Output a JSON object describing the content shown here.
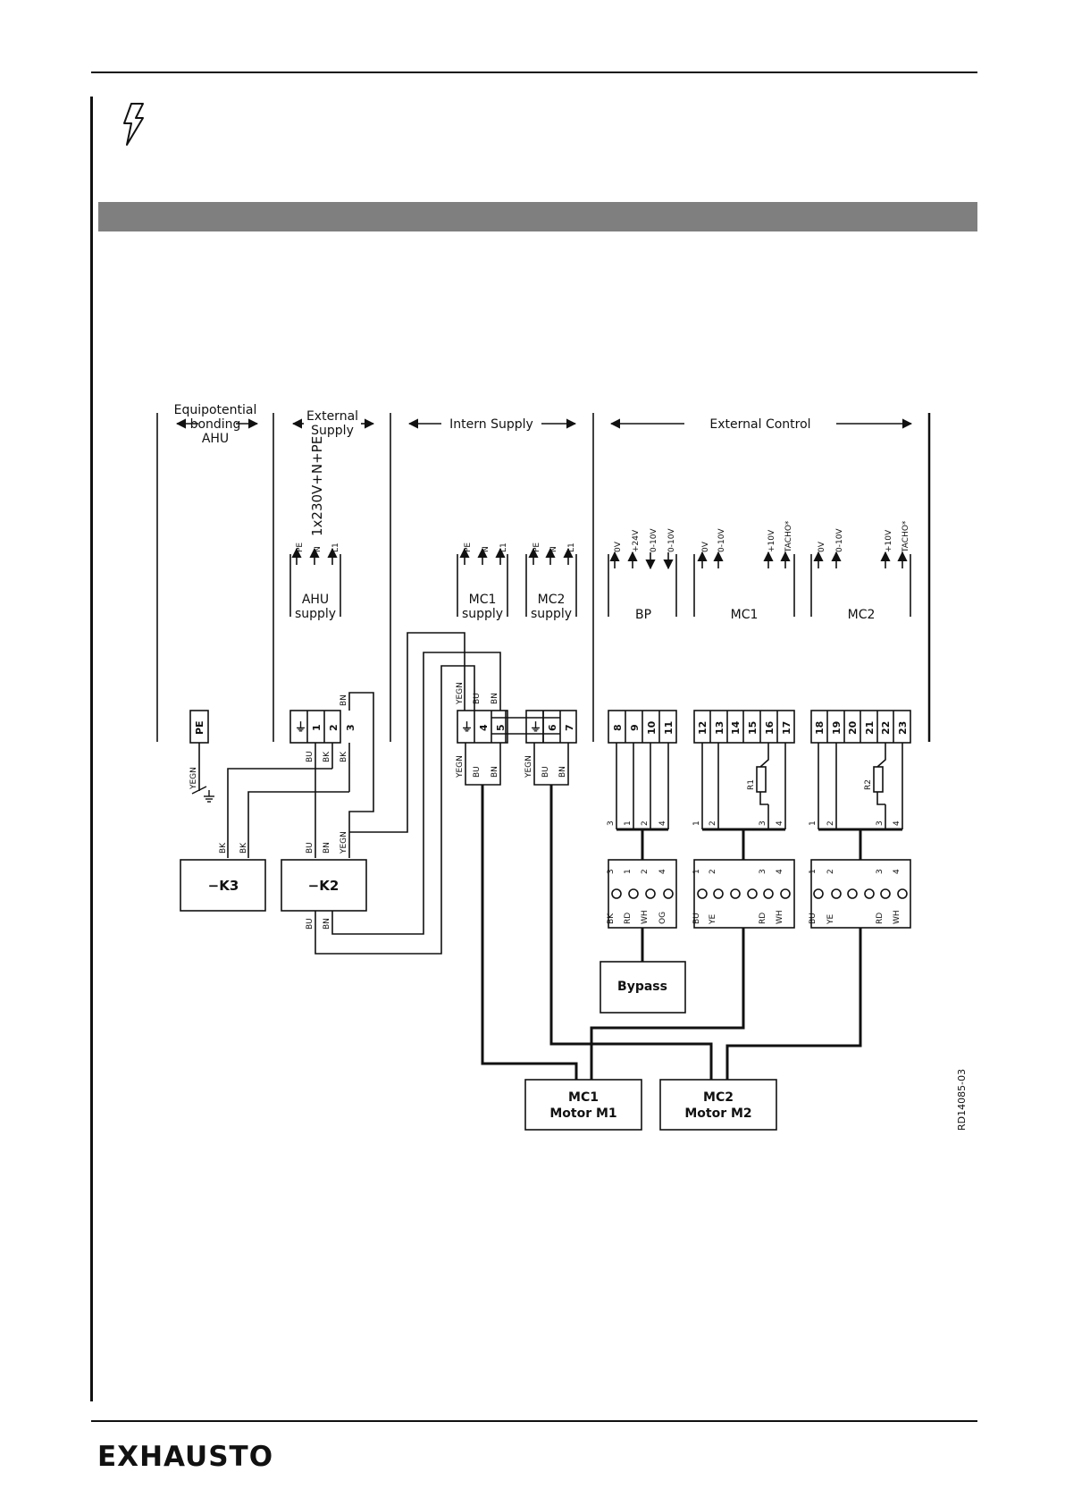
{
  "brand": {
    "logo_text": "EXHAUSTO"
  },
  "drawing_ref": "RD14085-03",
  "sections": {
    "equipotential": [
      "Equipotential",
      "bonding",
      "AHU"
    ],
    "external_supply": [
      "External",
      "Supply"
    ],
    "intern_supply": "Intern  Supply",
    "external_control": "External  Control"
  },
  "supply_voltage": "1x230V+N+PE",
  "groups": {
    "ahu_supply": [
      "AHU",
      "supply"
    ],
    "mc1_supply": [
      "MC1",
      "supply"
    ],
    "mc2_supply": [
      "MC2",
      "supply"
    ],
    "bp": "BP",
    "mc1": "MC1",
    "mc2": "MC2"
  },
  "signals": {
    "ahu": [
      "PE",
      "N",
      "L1"
    ],
    "mc1_supply": [
      "PE",
      "N",
      "L1"
    ],
    "mc2_supply": [
      "PE",
      "N",
      "L1"
    ],
    "bp": [
      "0V",
      "+24V",
      "0-10V",
      "0-10V"
    ],
    "mc1": [
      "0V",
      "0-10V",
      "+10V",
      "TACHO*"
    ],
    "mc2": [
      "0V",
      "0-10V",
      "+10V",
      "TACHO*"
    ]
  },
  "terminals": {
    "pe": "PE",
    "ahu": [
      "1",
      "2",
      "3"
    ],
    "mc1": [
      "4",
      "5"
    ],
    "mc2": [
      "6",
      "7"
    ],
    "bp": [
      "8",
      "9",
      "10",
      "11"
    ],
    "mc1_ctrl": [
      "12",
      "13",
      "14",
      "15",
      "16",
      "17"
    ],
    "mc2_ctrl": [
      "18",
      "19",
      "20",
      "21",
      "22",
      "23"
    ]
  },
  "wires": {
    "yegn": "YEGN",
    "bk": "BK",
    "bu": "BU",
    "bn": "BN",
    "rd": "RD",
    "wh": "WH",
    "og": "OG",
    "ye": "YE"
  },
  "pins": {
    "bp": [
      "3",
      "1",
      "2",
      "4"
    ],
    "mc": [
      "1",
      "2",
      "3",
      "4"
    ]
  },
  "resistors": [
    "R1",
    "R2"
  ],
  "components": {
    "k3": "−K3",
    "k2": "−K2",
    "bypass": "Bypass",
    "motor1": [
      "MC1",
      "Motor  M1"
    ],
    "motor2": [
      "MC2",
      "Motor  M2"
    ]
  }
}
